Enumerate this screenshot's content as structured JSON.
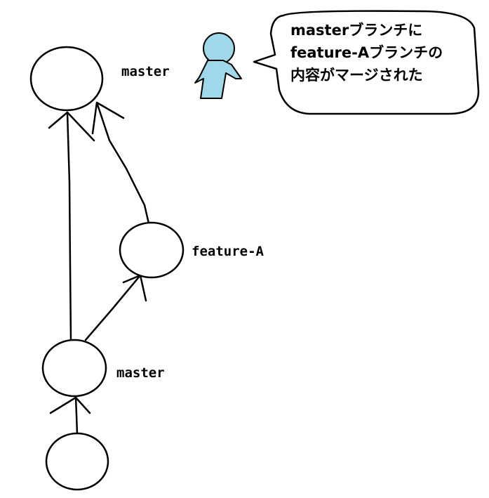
{
  "nodes": {
    "master_top": {
      "label": "master"
    },
    "feature": {
      "label": "feature-A"
    },
    "master_mid": {
      "label": "master"
    },
    "base": {
      "label": ""
    }
  },
  "speech_bubble": {
    "lines": [
      "masterブランチに",
      "feature-Aブランチの",
      "内容がマージされた"
    ]
  },
  "colors": {
    "person": "#9fd8ea",
    "line": "#000000"
  },
  "icons": {
    "person": "person-icon"
  }
}
